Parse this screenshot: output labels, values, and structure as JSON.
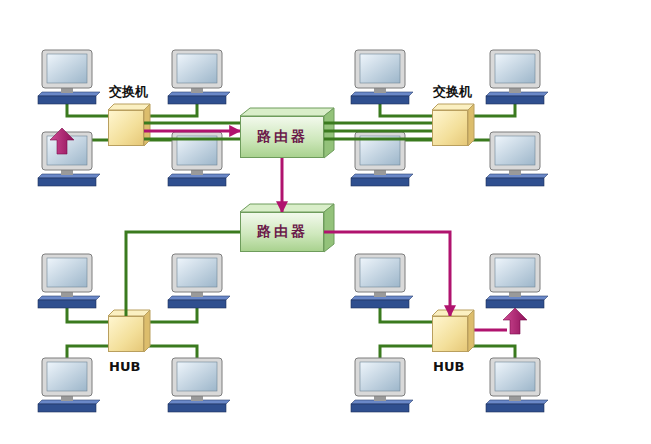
{
  "diagram": {
    "nodes": [
      {
        "text": [
          "交换机"
        ]
      },
      {
        "text": [
          "路由器"
        ]
      },
      {
        "text": [
          "交换机"
        ]
      },
      {
        "text": [
          "路由器"
        ]
      },
      {
        "text": [
          "HUB"
        ]
      },
      {
        "text": [
          "HUB"
        ]
      }
    ],
    "edges": [
      {
        "from": 0,
        "to": 1,
        "arrow": "to"
      },
      {
        "from": 1,
        "to": 2,
        "arrow": "none"
      },
      {
        "from": 1,
        "to": 3,
        "arrow": "to"
      },
      {
        "from": 3,
        "to": 4,
        "arrow": "none"
      },
      {
        "from": 3,
        "to": 5,
        "arrow": "to"
      }
    ]
  }
}
